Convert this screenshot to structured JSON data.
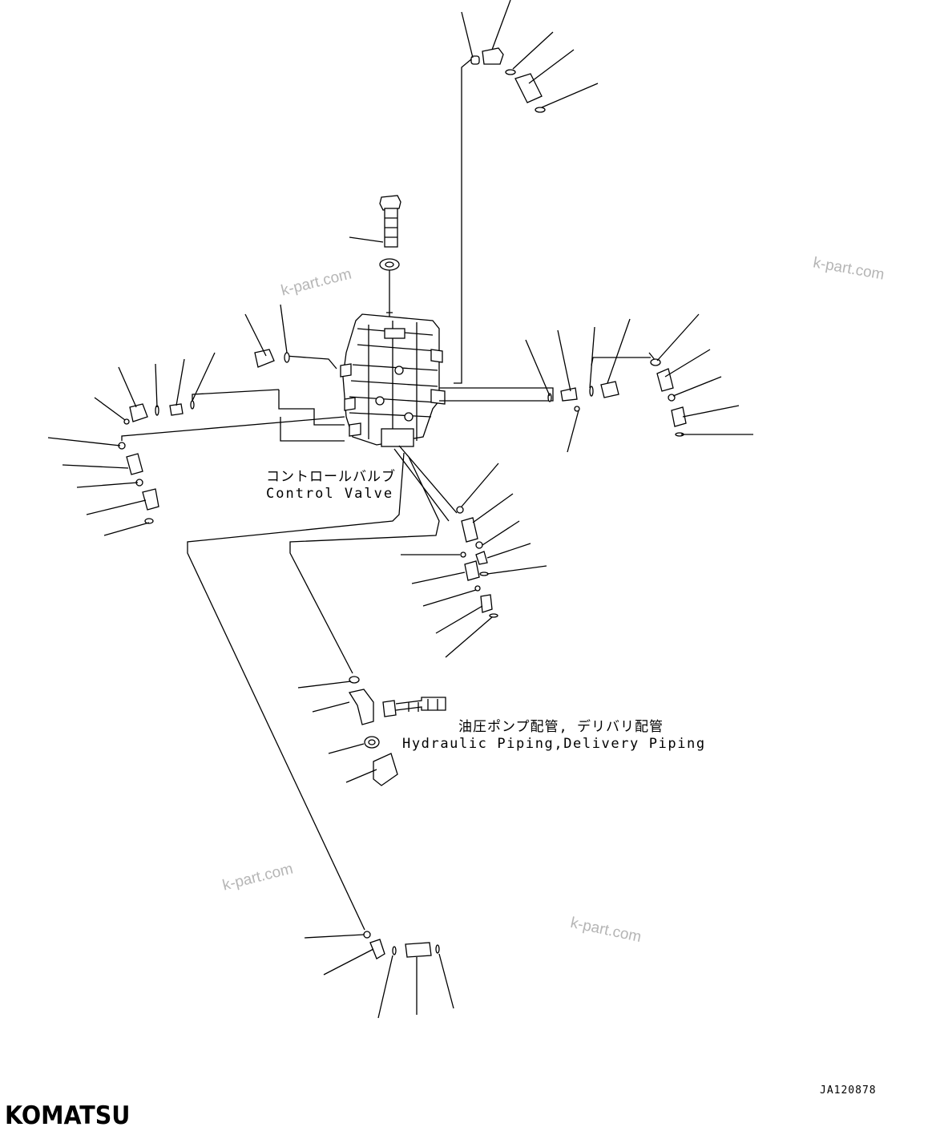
{
  "labels": {
    "control_valve_jp": "コントロールバルブ",
    "control_valve_en": "Control Valve",
    "hydraulic_piping_jp": "油圧ポンプ配管, デリバリ配管",
    "hydraulic_piping_en": "Hydraulic Piping,Delivery Piping"
  },
  "watermarks": [
    "k-part.com",
    "k-part.com",
    "k-part.com",
    "k-part.com"
  ],
  "diagram_code": "JA120878",
  "brand": "KOMATSU",
  "colors": {
    "line": "#000000",
    "watermark": "#b5b5b5",
    "background": "#ffffff"
  }
}
